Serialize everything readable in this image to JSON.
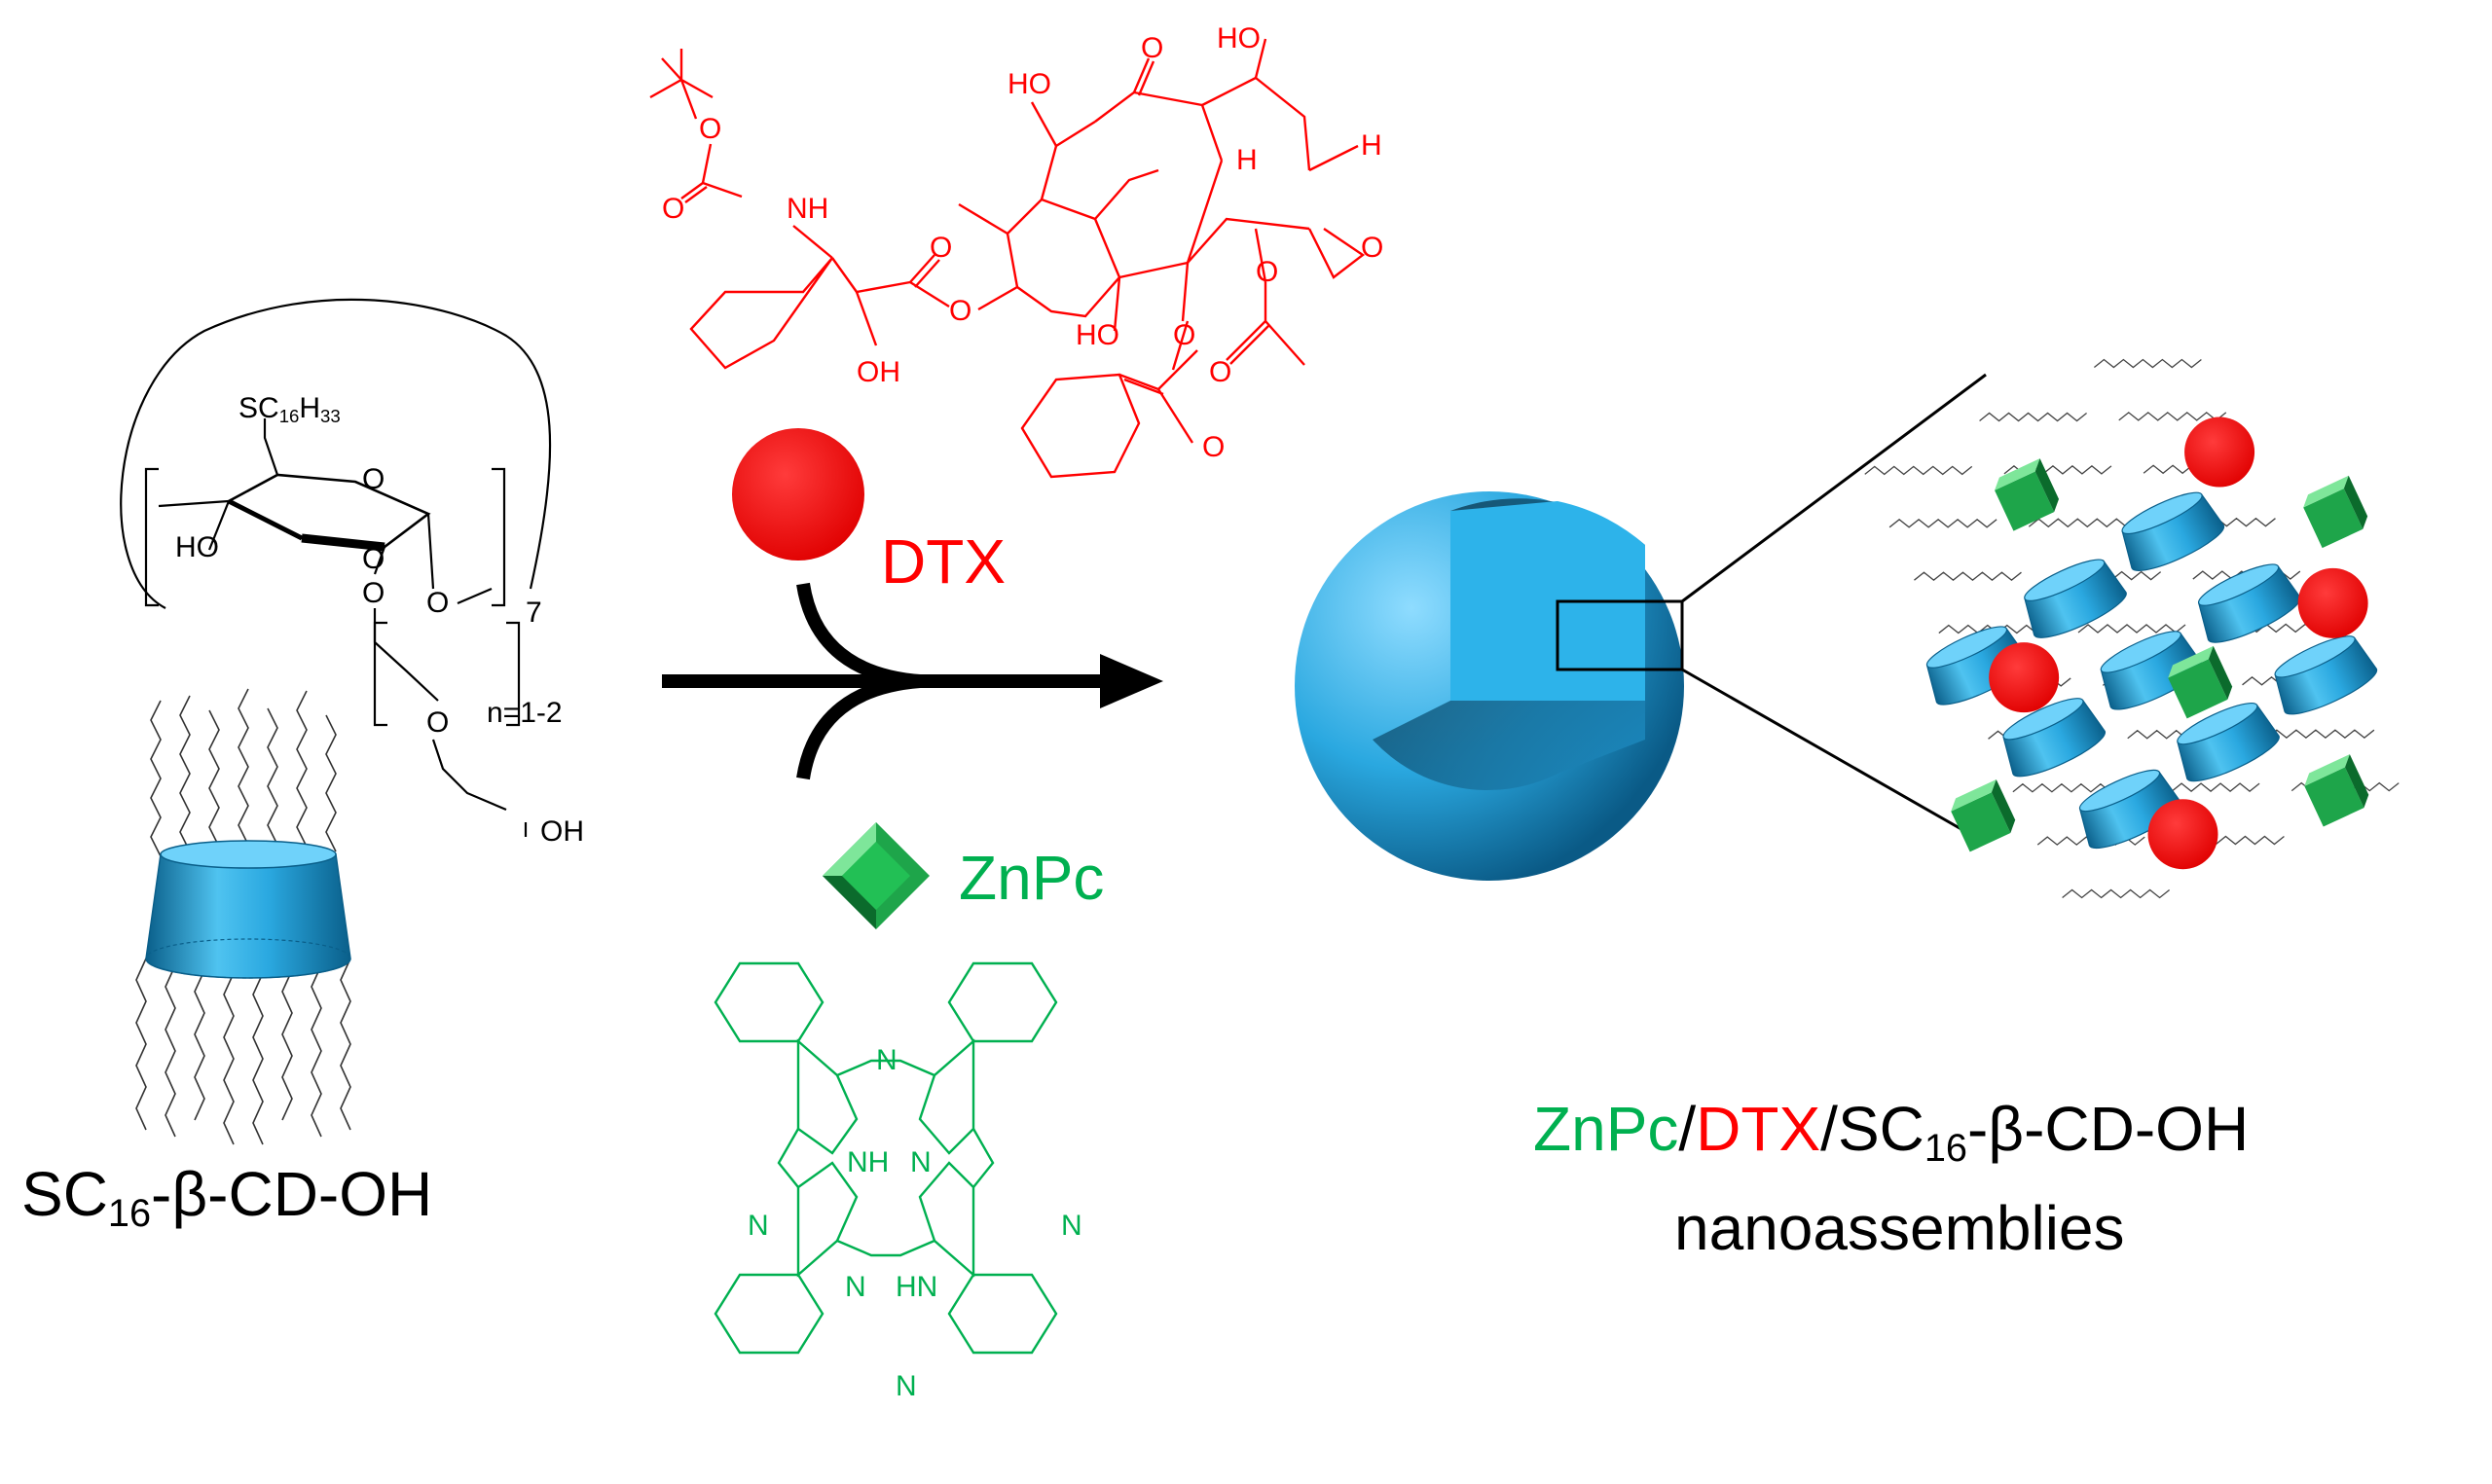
{
  "colors": {
    "black": "#000000",
    "drug_red": "#ff0000",
    "pc_green": "#00b050",
    "cd_blue": "#2aa8e0",
    "cd_blue_dark": "#0a5f8a"
  },
  "cyclodextrin": {
    "name_prefix": "SC",
    "name_sub": "16",
    "name_suffix": "-β-CD-OH",
    "thio_prefix": "SC",
    "thio_sub1": "16",
    "thio_mid": "H",
    "thio_sub2": "33",
    "ho_label": "HO",
    "o_ring": "O",
    "o_glyco": "O",
    "o_bridge": "O",
    "o_chain1": "O",
    "o_chain2": "O",
    "oh_end": "OH",
    "repeat_count": "7",
    "n_range": "n=1-2"
  },
  "drug": {
    "label": "DTX",
    "structure_labels": {
      "o_boc1": "O",
      "o_boc2": "O",
      "nh": "NH",
      "o_ester1": "O",
      "o_ester2": "O",
      "oh_side": "OH",
      "ho_top": "HO",
      "o_ketone": "O",
      "ho_right": "HO",
      "h_1": "H",
      "h_2": "H",
      "o_oxetane": "O",
      "ho_bottom": "HO",
      "o_benz1": "O",
      "o_benz2": "O",
      "o_acetyl1": "O",
      "o_acetyl2": "O"
    }
  },
  "photosensitizer": {
    "label": "ZnPc",
    "structure_labels": {
      "n_top": "N",
      "nh_left": "NH",
      "n_right_inner": "N",
      "n_left": "N",
      "n_right": "N",
      "n_bl_inner": "N",
      "hn_br": "HN",
      "n_bottom": "N"
    }
  },
  "product": {
    "part1": "ZnPc",
    "slash1": "/",
    "part2": "DTX",
    "slash2": "/",
    "part3_prefix": "SC",
    "part3_sub": "16",
    "part3_suffix": "-β-CD-OH",
    "line2": "nanoassemblies"
  }
}
